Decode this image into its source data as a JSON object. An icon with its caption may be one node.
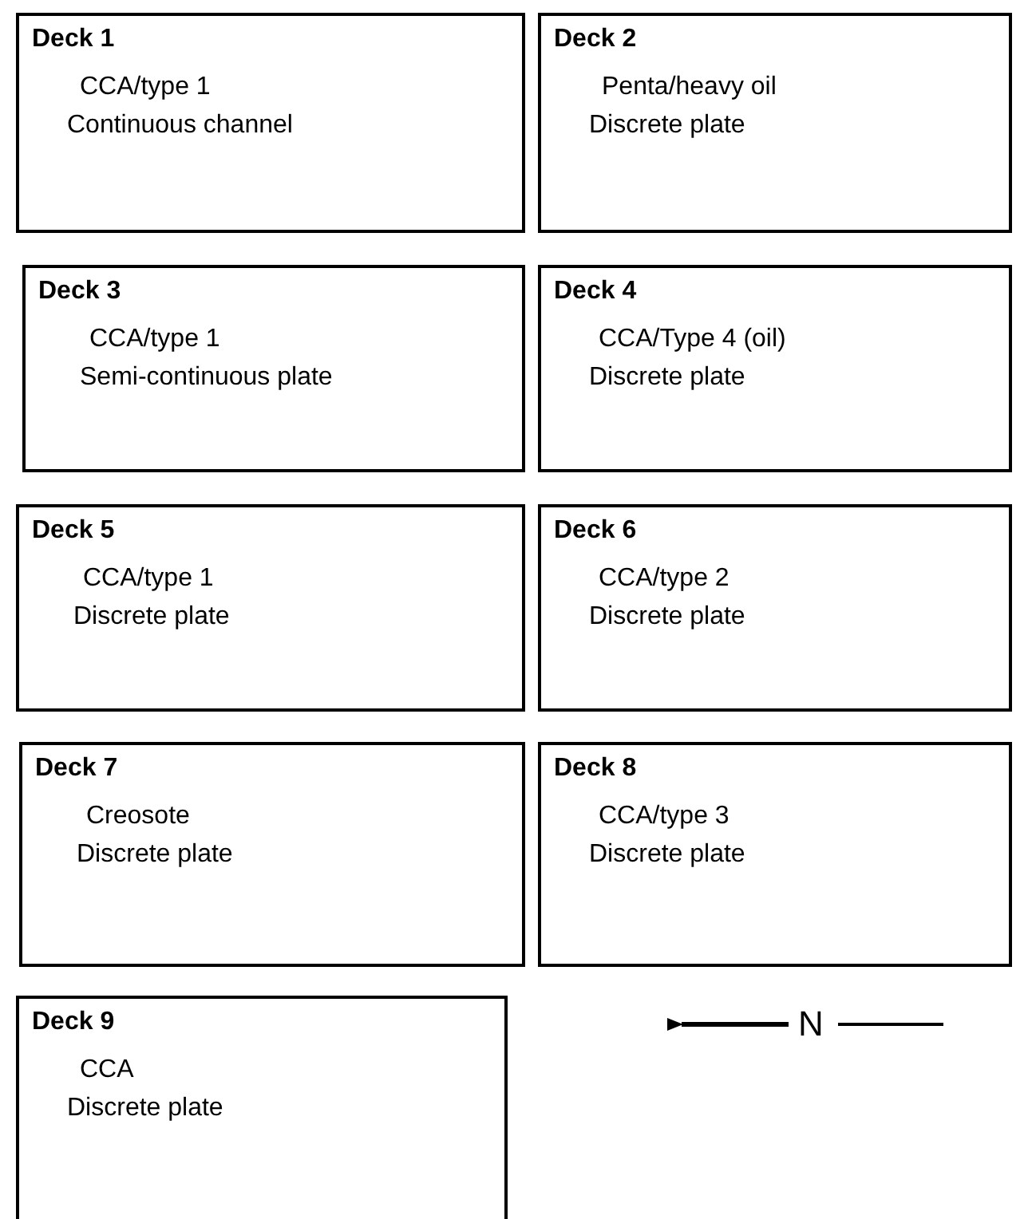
{
  "diagram": {
    "nodes": [
      {
        "text": [
          "Deck 1",
          "CCA/type 1",
          "Continuous channel"
        ]
      },
      {
        "text": [
          "Deck 2",
          "Penta/heavy oil",
          "Discrete plate"
        ]
      },
      {
        "text": [
          "Deck 3",
          "CCA/type 1",
          "Semi-continuous plate"
        ]
      },
      {
        "text": [
          "Deck 4",
          "CCA/Type 4 (oil)",
          "Discrete plate"
        ]
      },
      {
        "text": [
          "Deck 5",
          "CCA/type 1",
          "Discrete plate"
        ]
      },
      {
        "text": [
          "Deck 6",
          "CCA/type 2",
          "Discrete plate"
        ]
      },
      {
        "text": [
          "Deck 7",
          "Creosote",
          "Discrete plate"
        ]
      },
      {
        "text": [
          "Deck 8",
          "CCA/type 3",
          "Discrete plate"
        ]
      },
      {
        "text": [
          "Deck 9",
          "CCA",
          "Discrete plate"
        ]
      }
    ],
    "edges": [],
    "labels": [
      "N"
    ]
  }
}
